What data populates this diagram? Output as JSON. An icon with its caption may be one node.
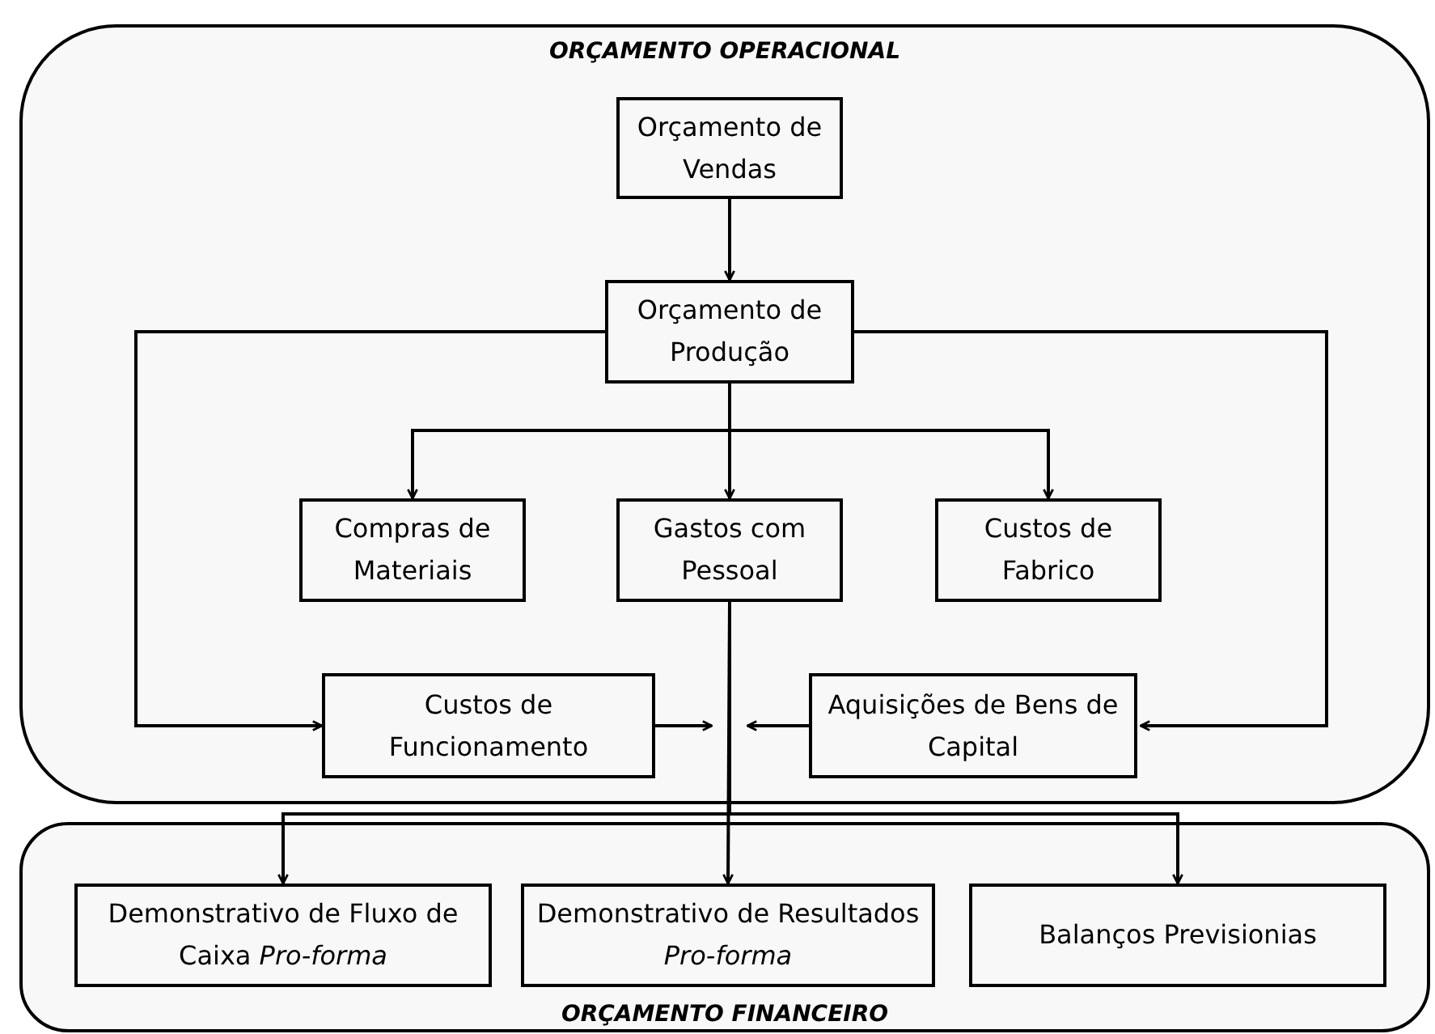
{
  "diagram": {
    "nodes": [
      {
        "text": [
          "ORÇAMENTO OPERACIONAL"
        ]
      },
      {
        "text": [
          "Orçamento de Vendas"
        ],
        "in": 0
      },
      {
        "text": [
          "Orçamento de Produção"
        ],
        "in": 0
      },
      {
        "text": [
          "Compras de Materiais"
        ],
        "in": 0
      },
      {
        "text": [
          "Gastos com Pessoal"
        ],
        "in": 0
      },
      {
        "text": [
          "Custos de Fabrico"
        ],
        "in": 0
      },
      {
        "text": [
          "Custos de Funcionamento"
        ],
        "in": 0
      },
      {
        "text": [
          "Aquisições de Bens de Capital"
        ],
        "in": 0
      },
      {
        "text": [
          "ORÇAMENTO FINANCEIRO"
        ]
      },
      {
        "text": [
          "Demonstrativo de Fluxo de Caixa *Pro-forma*"
        ],
        "in": 8
      },
      {
        "text": [
          "Demonstrativo de Resultados *Pro-forma*"
        ],
        "in": 8
      },
      {
        "text": [
          "Balanços Previsionias"
        ],
        "in": 8
      }
    ],
    "edges": [
      {
        "from": 1,
        "to": 2,
        "arrow": "to"
      },
      {
        "from": 2,
        "to": 3,
        "arrow": "to"
      },
      {
        "from": 2,
        "to": 4,
        "arrow": "to"
      },
      {
        "from": 2,
        "to": 5,
        "arrow": "to"
      },
      {
        "from": 2,
        "to": 6,
        "arrow": "to"
      },
      {
        "from": 2,
        "to": 7,
        "arrow": "to"
      },
      {
        "from": 6,
        "to": null,
        "arrow": "to"
      },
      {
        "from": 7,
        "to": null,
        "arrow": "to"
      },
      {
        "from": 4,
        "to": 10,
        "arrow": "to"
      },
      {
        "from": 4,
        "to": 9,
        "arrow": "to"
      },
      {
        "from": 4,
        "to": 11,
        "arrow": "to"
      }
    ]
  }
}
